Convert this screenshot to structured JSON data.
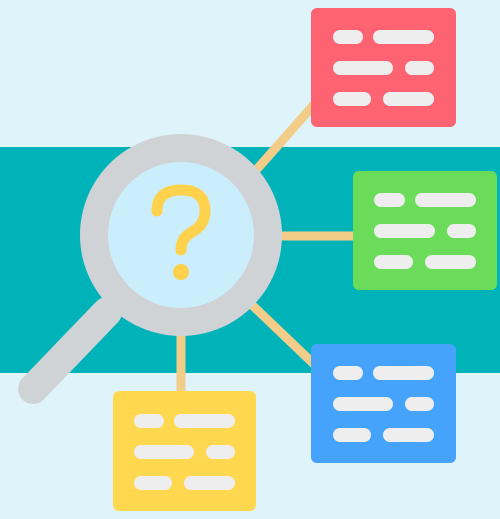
{
  "colors": {
    "background": "#dff3fb",
    "band": "#00b3b8",
    "connector": "#f2cd8a",
    "lens_ring": "#cfd3d6",
    "lens_glass": "#cbeefc",
    "handle": "#cfd3d6",
    "question_mark": "#ffd24d",
    "text_line": "#eeeeee",
    "card_red": "#fe6372",
    "card_green": "#6bdc5a",
    "card_blue": "#45a3fc",
    "card_yellow": "#ffd84f"
  },
  "icons": {
    "magnifier": "magnifying-glass-icon",
    "question": "question-mark-icon"
  },
  "cards": [
    {
      "name": "card-red",
      "color_key": "card_red"
    },
    {
      "name": "card-green",
      "color_key": "card_green"
    },
    {
      "name": "card-blue",
      "color_key": "card_blue"
    },
    {
      "name": "card-yellow",
      "color_key": "card_yellow"
    }
  ]
}
